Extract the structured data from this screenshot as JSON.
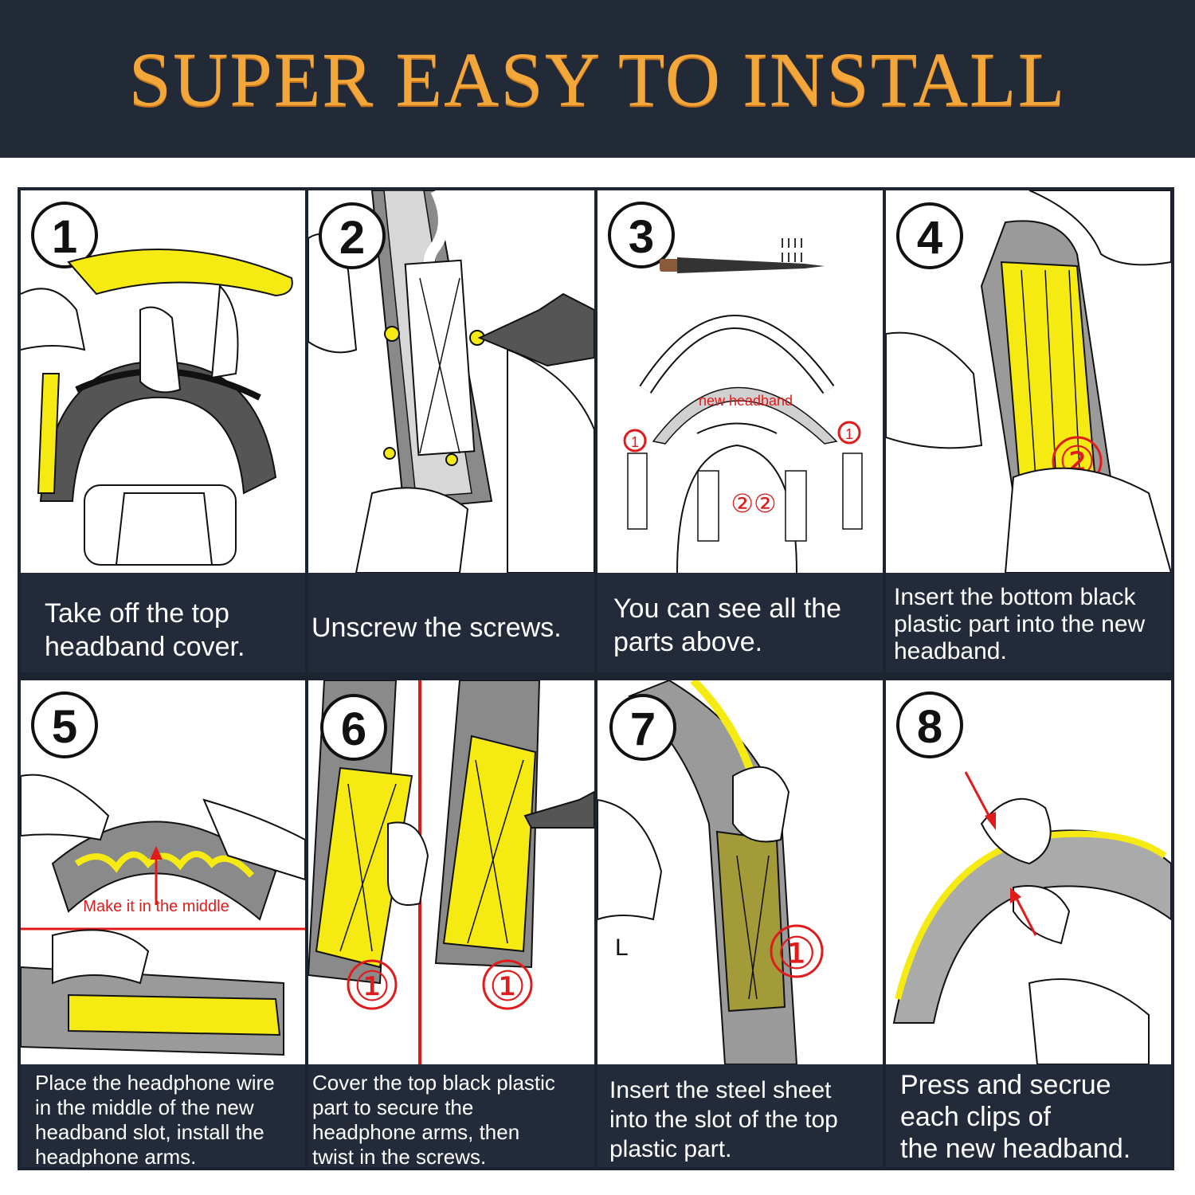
{
  "title": "SUPER EASY TO INSTALL",
  "steps": [
    {
      "number": "1",
      "caption": "Take off the top\nheadband cover."
    },
    {
      "number": "2",
      "caption": "Unscrew the screws."
    },
    {
      "number": "3",
      "caption": "You can see all the\nparts above.",
      "callouts": [
        "new headband",
        "①",
        "①",
        "②②"
      ]
    },
    {
      "number": "4",
      "caption": "Insert the bottom black\nplastic part into the new\nheadband.",
      "callouts": [
        "②"
      ]
    },
    {
      "number": "5",
      "caption": "Place the headphone wire\nin the middle of the new\nheadband slot, install the\nheadphone arms.",
      "callouts": [
        "Make it in the middle"
      ]
    },
    {
      "number": "6",
      "caption": "Cover the top black plastic\npart to secure the\nheadphone arms, then\ntwist in the screws.",
      "callouts": [
        "①",
        "①"
      ]
    },
    {
      "number": "7",
      "caption": "Insert the steel sheet\ninto the slot of the top\nplastic part.",
      "callouts": [
        "①",
        "L"
      ]
    },
    {
      "number": "8",
      "caption": "Press and secrue\neach clips of\nthe new headband."
    }
  ],
  "colors": {
    "banner": "#222a38",
    "title": "#f3a63a",
    "caption_bg": "#232b3a",
    "highlight": "#f5ea12",
    "callout": "#e01b1b"
  }
}
